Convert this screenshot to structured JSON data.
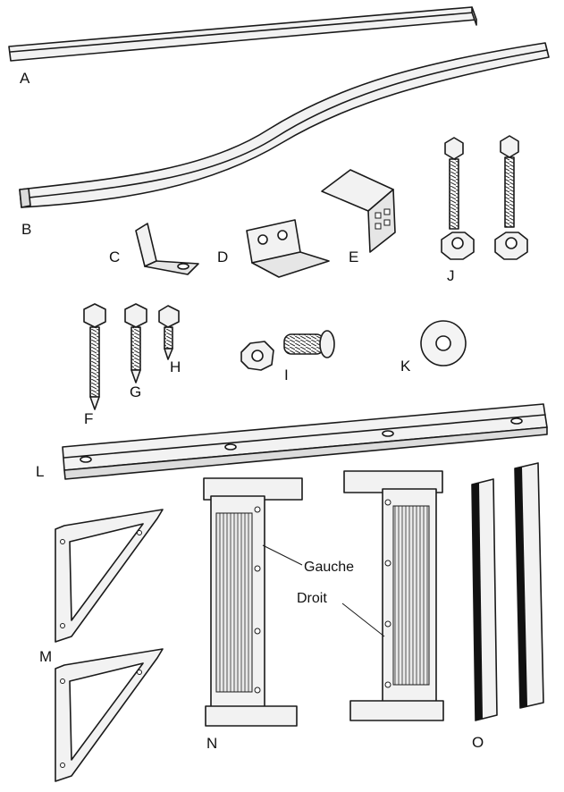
{
  "parts": [
    {
      "id": "A",
      "label": "A"
    },
    {
      "id": "B",
      "label": "B"
    },
    {
      "id": "C",
      "label": "C"
    },
    {
      "id": "D",
      "label": "D"
    },
    {
      "id": "E",
      "label": "E"
    },
    {
      "id": "F",
      "label": "F"
    },
    {
      "id": "G",
      "label": "G"
    },
    {
      "id": "H",
      "label": "H"
    },
    {
      "id": "I",
      "label": "I"
    },
    {
      "id": "J",
      "label": "J"
    },
    {
      "id": "K",
      "label": "K"
    },
    {
      "id": "L",
      "label": "L"
    },
    {
      "id": "M",
      "label": "M"
    },
    {
      "id": "N",
      "label": "N"
    },
    {
      "id": "O",
      "label": "O"
    }
  ],
  "callouts": {
    "left": "Gauche",
    "right": "Droit"
  }
}
